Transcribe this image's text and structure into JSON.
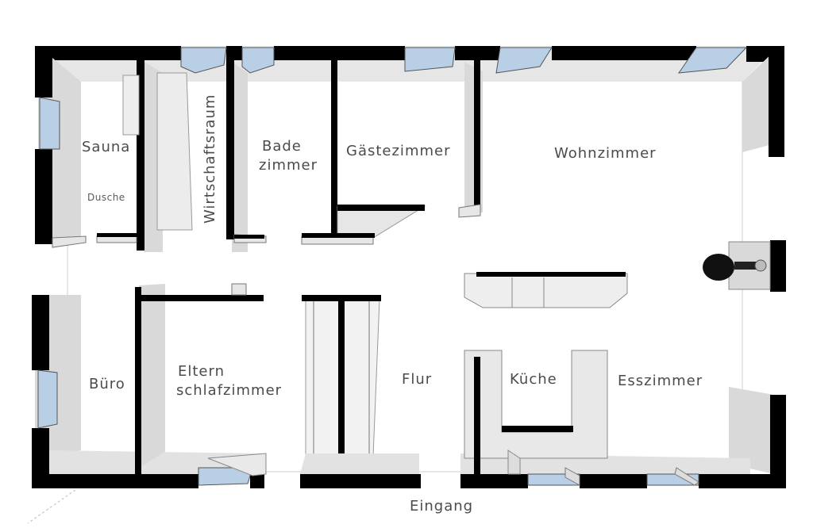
{
  "rooms": {
    "sauna": "Sauna",
    "dusche": "Dusche",
    "wirtschaftsraum": "Wirtschaftsraum",
    "bade_line1": "Bade",
    "bade_line2": "zimmer",
    "gaestezimmer": "Gästezimmer",
    "wohnzimmer": "Wohnzimmer",
    "buero": "Büro",
    "eltern_line1": "Eltern",
    "eltern_line2": "schlafzimmer",
    "flur": "Flur",
    "kueche": "Küche",
    "esszimmer": "Esszimmer"
  },
  "entrance": "Eingang",
  "colors": {
    "wall_dark": "#000000",
    "wall_face": "#d9d9d9",
    "wall_top": "#efefef",
    "window_glass": "#b8cfe6",
    "floor": "#ffffff"
  }
}
